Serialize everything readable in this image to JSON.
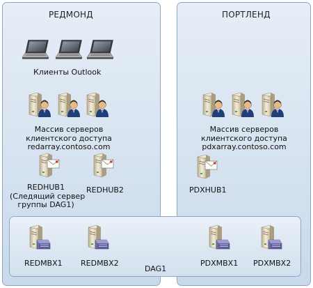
{
  "sites": {
    "redmond": {
      "title": "РЕДМОНД",
      "clients_label": "Клиенты Outlook",
      "cas_array": [
        "Массив серверов",
        "клиентского доступа",
        "redarray.contoso.com"
      ],
      "hub1": [
        "REDHUB1",
        "(Следящий сервер",
        "группы DAG1)"
      ],
      "hub2": "REDHUB2"
    },
    "portland": {
      "title": "ПОРТЛЕНД",
      "cas_array": [
        "Массив серверов",
        "клиентского доступа",
        "pdxarray.contoso.com"
      ],
      "hub1": "PDXHUB1"
    }
  },
  "dag": {
    "name": "DAG1",
    "mailbox_servers": [
      "REDMBX1",
      "REDMBX2",
      "PDXMBX1",
      "PDXMBX2"
    ]
  },
  "icons": {
    "laptop": "laptop-icon",
    "cas_server": "client-access-server-icon",
    "hub_server": "hub-transport-server-icon",
    "mailbox_server": "mailbox-server-icon"
  }
}
